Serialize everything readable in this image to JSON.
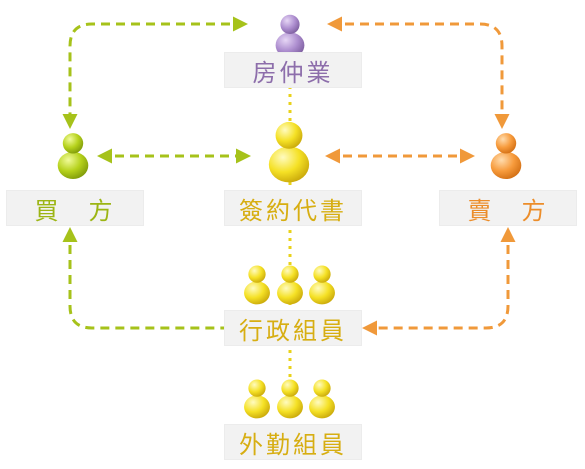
{
  "colors": {
    "purple": "#9d7fbd",
    "green": "#a6c21a",
    "orange": "#f0993a",
    "yellow": "#ecd51a",
    "text_purple": "#8d6eab",
    "text_green": "#9cb514",
    "text_orange": "#ec8d2a",
    "text_gold": "#d7ae12"
  },
  "nodes": {
    "agent": {
      "label": "房仲業",
      "icon": "person-icon"
    },
    "scrivener": {
      "label": "簽約代書",
      "icon": "person-icon"
    },
    "buyer": {
      "label": "買　方",
      "icon": "person-icon"
    },
    "seller": {
      "label": "賣　方",
      "icon": "person-icon"
    },
    "admin": {
      "label": "行政組員",
      "icon": "people-group-icon"
    },
    "field": {
      "label": "外勤組員",
      "icon": "people-group-icon"
    }
  }
}
